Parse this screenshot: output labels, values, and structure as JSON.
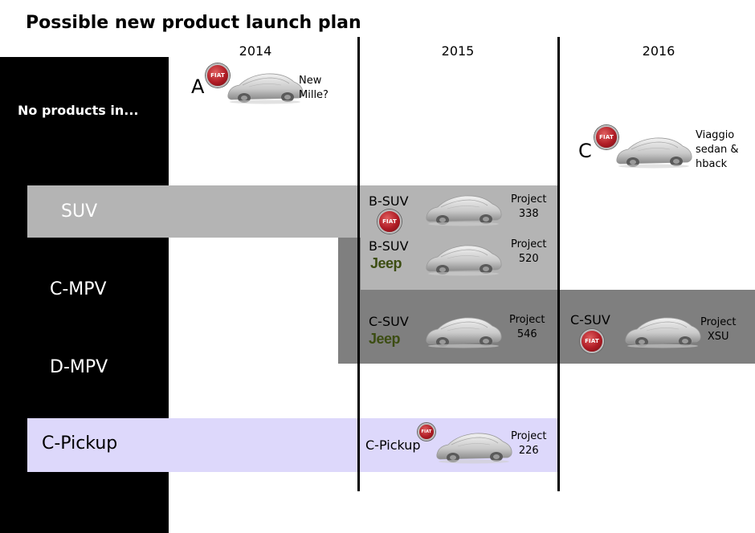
{
  "title": "Possible new product launch plan",
  "years": [
    "2014",
    "2015",
    "2016"
  ],
  "left_column": {
    "heading": "No products in...",
    "segments": [
      "SUV",
      "C-MPV",
      "D-MPV",
      "C-Pickup"
    ]
  },
  "brands": {
    "fiat_badge_text": "FIAT",
    "jeep_text": "Jeep"
  },
  "launches": [
    {
      "letter": "A",
      "brand": "FIAT",
      "name": "New\nMille?",
      "name_lines": [
        "New",
        "Mille?"
      ]
    },
    {
      "letter": "C",
      "brand": "FIAT",
      "name_lines": [
        "Viaggio",
        "sedan &",
        "hback"
      ]
    },
    {
      "segment": "B-SUV",
      "brand": "FIAT",
      "project_lines": [
        "Project",
        "338"
      ]
    },
    {
      "segment": "B-SUV",
      "brand": "Jeep",
      "project_lines": [
        "Project",
        "520"
      ]
    },
    {
      "segment": "C-SUV",
      "brand": "Jeep",
      "project_lines": [
        "Project",
        "546"
      ]
    },
    {
      "segment": "C-SUV",
      "brand": "FIAT",
      "project_lines": [
        "Project",
        "XSU"
      ]
    },
    {
      "segment": "C-Pickup",
      "brand": "FIAT",
      "project_lines": [
        "Project",
        "226"
      ]
    }
  ],
  "colors": {
    "left_column": "#000000",
    "suv_band": "#b4b4b4",
    "suv_dark_band": "#7f7f7f",
    "pickup_band": "#ddd8fb",
    "fiat_red": "#b01c25",
    "jeep_green": "#3c4d12"
  }
}
